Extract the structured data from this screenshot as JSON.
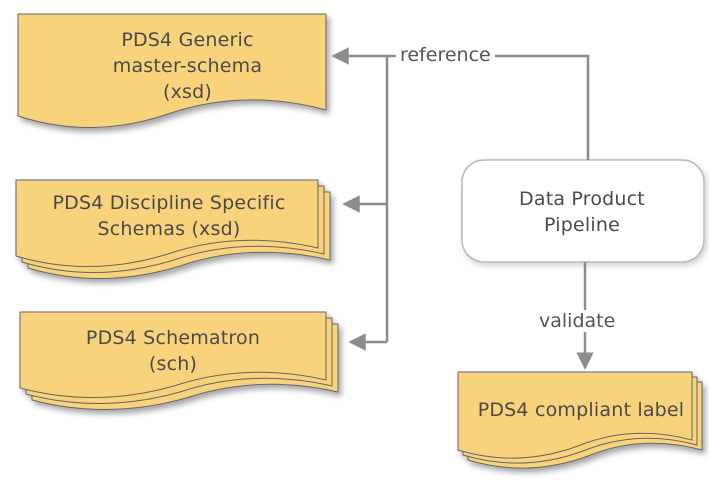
{
  "nodes": {
    "generic_schema": {
      "label": "PDS4 Generic master-schema (xsd)"
    },
    "discipline_schemas": {
      "label": "PDS4 Discipline Specific Schemas (xsd)"
    },
    "schematron": {
      "label": "PDS4 Schematron (sch)"
    },
    "pipeline": {
      "label": "Data Product Pipeline"
    },
    "compliant_label": {
      "label": "PDS4 compliant label"
    }
  },
  "edges": {
    "reference": {
      "label": "reference"
    },
    "validate": {
      "label": "validate"
    }
  },
  "colors": {
    "document_fill": "#f9d27c",
    "document_stroke": "#666666",
    "arrow": "#8c8c8c",
    "pipeline_stroke": "#b8b8b8",
    "text": "#4a4a4a"
  }
}
